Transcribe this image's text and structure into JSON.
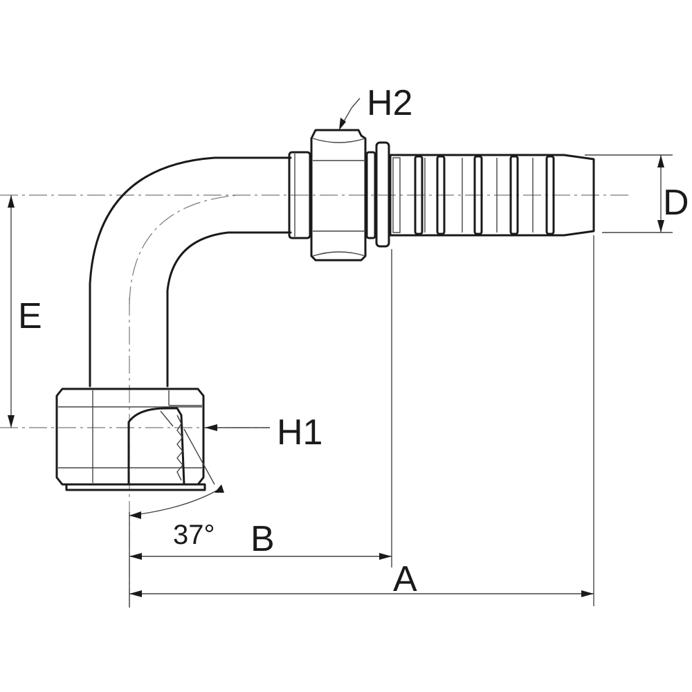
{
  "diagram": {
    "labels": {
      "H2": "H2",
      "D": "D",
      "E": "E",
      "H1": "H1",
      "angle": "37°",
      "B": "B",
      "A": "A"
    },
    "colors": {
      "line": "#1a1a1a",
      "dim": "#444444",
      "background": "#ffffff"
    }
  }
}
